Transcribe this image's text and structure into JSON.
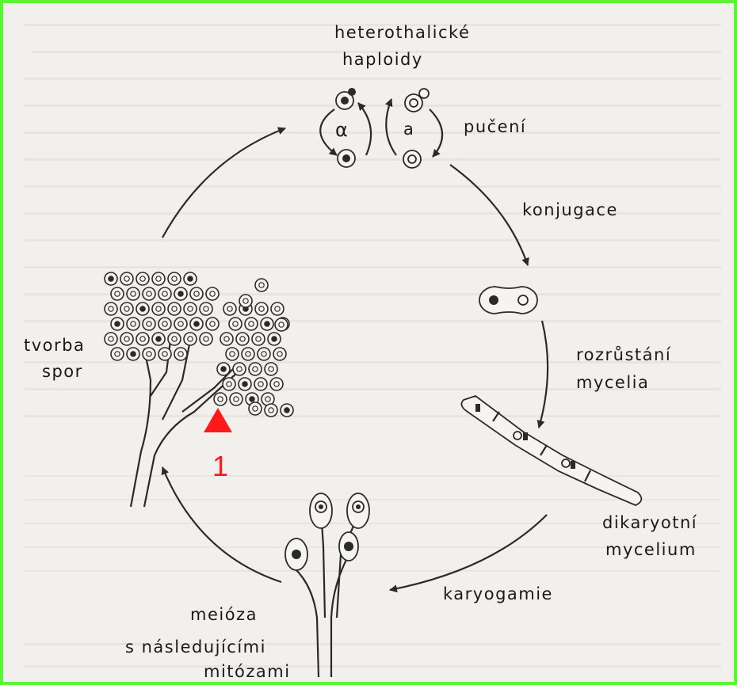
{
  "diagram": {
    "labels": {
      "heterothallic_line1": "heterothalické",
      "heterothallic_line2": "haploidy",
      "alpha": "α",
      "a": "a",
      "budding": "pučení",
      "conjugation": "konjugace",
      "growth_line1": "rozrůstání",
      "growth_line2": "mycelia",
      "dikaryotic_line1": "dikaryotní",
      "dikaryotic_line2": "mycelium",
      "karyogamy": "karyogamie",
      "meiosis_line1": "meióza",
      "meiosis_line2": "s následujícími",
      "meiosis_line3": "mitózami",
      "spores_line1": "tvorba",
      "spores_line2": "spor"
    },
    "marker": {
      "number": "1",
      "color": "#ff1a1a"
    },
    "colors": {
      "border": "#5cf536",
      "ink": "#2a2a2a",
      "paper": "#f1f0ed"
    }
  }
}
